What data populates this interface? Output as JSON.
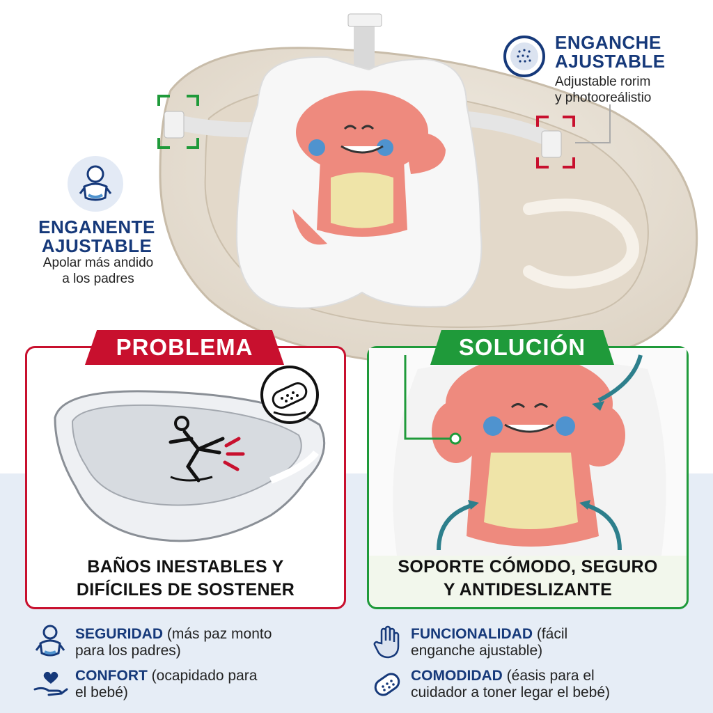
{
  "callouts": {
    "top_right": {
      "title_line1": "ENGANCHE",
      "title_line2": "AJUSTABLE",
      "sub_line1": "Adjustable rorim",
      "sub_line2": "y photooreálistio"
    },
    "left": {
      "title_line1": "ENGANENTE",
      "title_line2": "AJUSTABLE",
      "sub_line1": "Apolar más andido",
      "sub_line2": "a los padres"
    }
  },
  "problem": {
    "banner": "PROBLEMA",
    "caption_line1": "BAÑOS INESTABLES Y",
    "caption_line2": "DIFÍCILES DE SOSTENER"
  },
  "solution": {
    "banner": "SOLUCIÓN",
    "caption_line1": "SOPORTE CÓMODO, SEGURO",
    "caption_line2": "Y ANTIDESLIZANTE"
  },
  "features": [
    {
      "keyword": "SEGURIDAD",
      "rest1": " (más paz monto",
      "rest2": "para los padres)",
      "icon": "baby-icon"
    },
    {
      "keyword": "FUNCIONALIDAD",
      "rest1": " (fácil",
      "rest2": "enganche ajustable)",
      "icon": "hand-icon"
    },
    {
      "keyword": "CONFORT",
      "rest1": " (ocapidado para",
      "rest2": "el bebé)",
      "icon": "heart-hand-icon"
    },
    {
      "keyword": "COMODIDAD",
      "rest1": " (éasis para el",
      "rest2": "cuidador a toner legar el bebé)",
      "icon": "cushion-icon"
    }
  ],
  "colors": {
    "navy": "#16397a",
    "red": "#c8102e",
    "green": "#1f9a3a",
    "pink": "#ee8a7e",
    "cream": "#efe4a8"
  }
}
